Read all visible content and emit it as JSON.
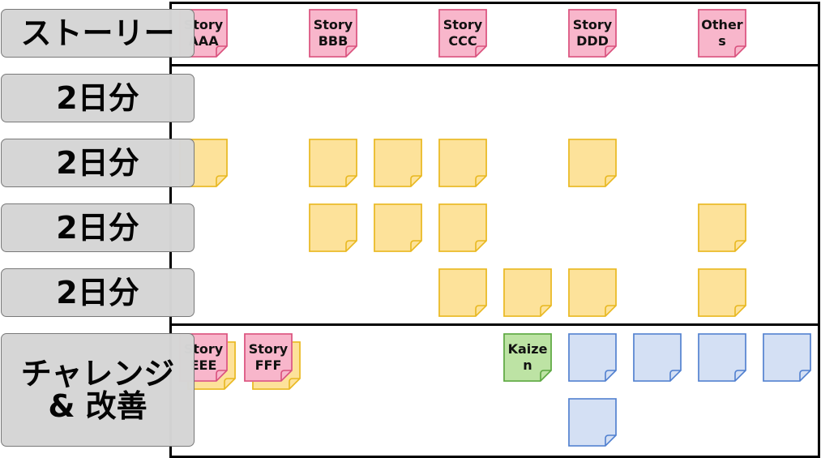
{
  "rows": {
    "story_label": "ストーリー",
    "day_labels": [
      "2日分",
      "2日分",
      "2日分",
      "2日分"
    ],
    "challenge_label_line1": "チャレンジ",
    "challenge_label_line2": "& 改善"
  },
  "story_notes": [
    "Story AAA",
    "Story BBB",
    "Story CCC",
    "Story DDD",
    "Others"
  ],
  "challenge_notes": [
    "Story EEE",
    "Story FFF",
    "Kaizen"
  ],
  "colors": {
    "story": "#f8b6cb",
    "task": "#fde29a",
    "kaizen": "#bde3a4",
    "improvement": "#d4e0f4",
    "label_bg": "#d6d6d6"
  }
}
